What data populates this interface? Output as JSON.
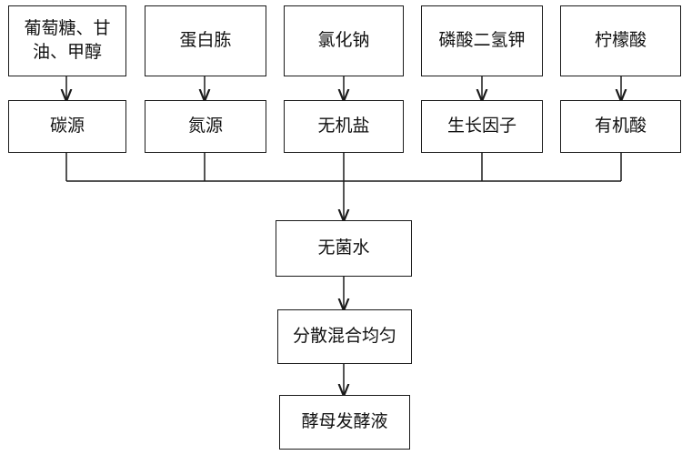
{
  "diagram": {
    "inputs": [
      {
        "line1": "葡萄糖、甘",
        "line2": "油、甲醇"
      },
      {
        "line1": "蛋白胨",
        "line2": ""
      },
      {
        "line1": "氯化钠",
        "line2": ""
      },
      {
        "line1": "磷酸二氢钾",
        "line2": ""
      },
      {
        "line1": "柠檬酸",
        "line2": ""
      }
    ],
    "categories": [
      "碳源",
      "氮源",
      "无机盐",
      "生长因子",
      "有机酸"
    ],
    "steps": [
      "无菌水",
      "分散混合均匀",
      "酵母发酵液"
    ],
    "line_color": "#1a1a1a"
  }
}
